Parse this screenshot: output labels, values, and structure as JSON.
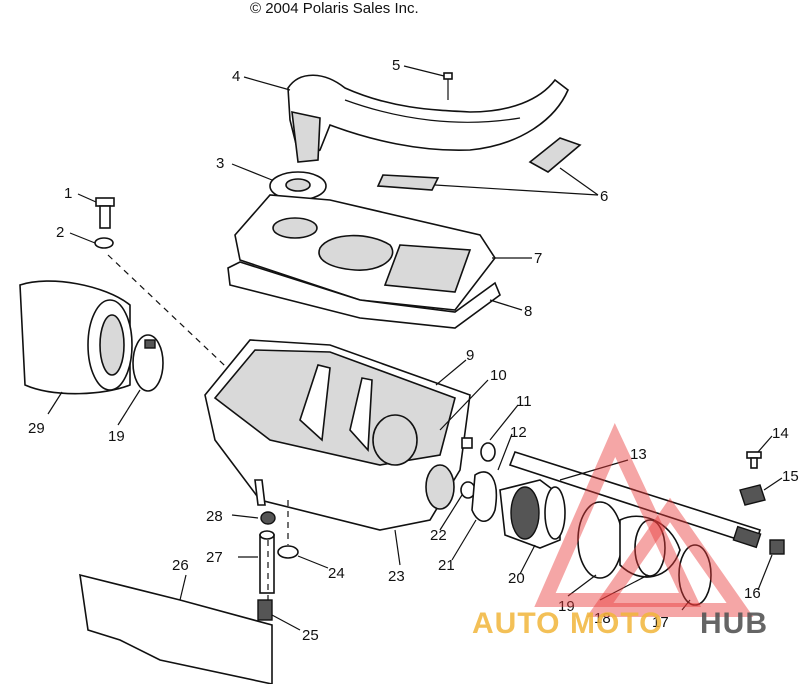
{
  "header": {
    "copyright": "© 2004 Polaris Sales Inc."
  },
  "callouts": [
    "1",
    "2",
    "3",
    "4",
    "5",
    "6",
    "7",
    "8",
    "9",
    "10",
    "11",
    "12",
    "13",
    "14",
    "15",
    "16",
    "17",
    "18",
    "19",
    "19",
    "20",
    "21",
    "22",
    "23",
    "24",
    "25",
    "26",
    "27",
    "28",
    "29"
  ],
  "watermark": {
    "part_a": "AUTO",
    "part_b": "MOTO",
    "part_c": "HUB"
  },
  "colors": {
    "watermark_red": "#e83a3a",
    "watermark_orange": "#f2b63a",
    "watermark_grey": "#555555"
  }
}
